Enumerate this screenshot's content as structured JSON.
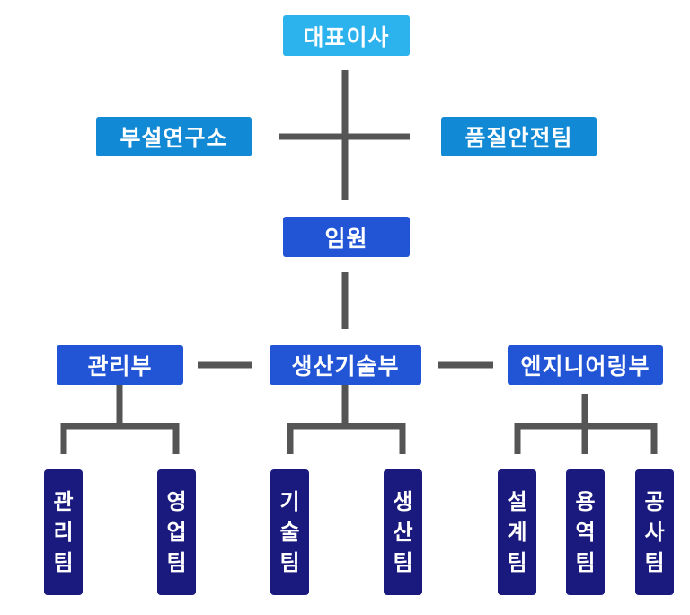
{
  "ceo": "대표이사",
  "research": "부설연구소",
  "quality": "품질안전팀",
  "executives": "임원",
  "management_dept": "관리부",
  "production_dept": "생산기술부",
  "engineering_dept": "엔지니어링부",
  "teams": {
    "management": [
      "관",
      "리",
      "팀"
    ],
    "sales": [
      "영",
      "업",
      "팀"
    ],
    "technology": [
      "기",
      "술",
      "팀"
    ],
    "production": [
      "생",
      "산",
      "팀"
    ],
    "design": [
      "설",
      "계",
      "팀"
    ],
    "service": [
      "용",
      "역",
      "팀"
    ],
    "construction": [
      "공",
      "사",
      "팀"
    ]
  },
  "colors": {
    "ceo": "#2cb2ec",
    "staff": "#1189d5",
    "dept": "#2254d6",
    "team": "#1a1a7e",
    "line": "#555555"
  }
}
